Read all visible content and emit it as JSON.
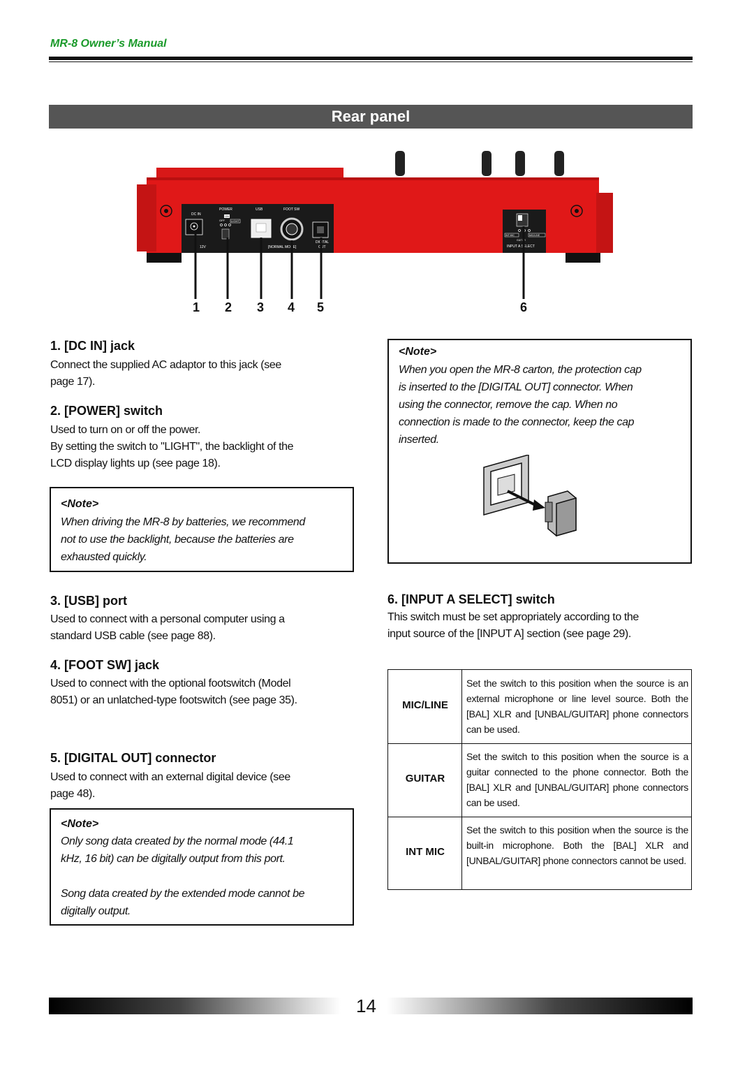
{
  "header": {
    "title": "MR-8  Owner’s Manual"
  },
  "section": {
    "title": "Rear panel"
  },
  "callout_numbers": [
    "1",
    "2",
    "3",
    "4",
    "5",
    "6"
  ],
  "panel_labels": {
    "dc_in": "DC IN",
    "power": "POWER",
    "usb": "USB",
    "foot_sw": "FOOT SW",
    "off": "OFF",
    "on": "ON",
    "light": "LIGHT",
    "v12": "12V",
    "normal_mode": "[NORMAL MODE]",
    "digital": "DIGITAL",
    "out": "OUT",
    "int_mic": "INT MIC",
    "mic_line": "MIC/LINE",
    "guitar": "GUITAR",
    "input_a_select": "INPUT A SELECT"
  },
  "items": {
    "dc_in": {
      "heading": "1. [DC IN] jack",
      "text": "Connect the supplied AC adaptor to this jack (see page 17)."
    },
    "power": {
      "heading": "2. [POWER] switch",
      "text1": "Used to turn on or off the power.",
      "text2": "By setting the switch to \"LIGHT\", the backlight of the LCD display lights up (see page 18)."
    },
    "power_note": {
      "title": "<Note>",
      "text": "When driving the MR-8 by batteries, we recommend not to use the backlight, because the batteries are exhausted quickly."
    },
    "usb": {
      "heading": "3. [USB] port",
      "text": "Used to connect with a personal computer using a standard USB cable (see page 88)."
    },
    "foot_sw": {
      "heading": "4. [FOOT SW] jack",
      "text": "Used to connect with the optional footswitch (Model 8051) or an unlatched-type footswitch (see page 35)."
    },
    "digital_out": {
      "heading": "5. [DIGITAL OUT] connector",
      "text": "Used to connect with an external digital device (see page 48)."
    },
    "digital_note": {
      "title": "<Note>",
      "text1": "Only song data created by the normal mode (44.1 kHz, 16 bit) can be digitally output from this port.",
      "text2": "Song data created by the extended mode cannot be digitally output."
    },
    "cap_note": {
      "title": "<Note>",
      "text": "When you open the MR-8 carton, the protection cap is inserted to the [DIGITAL OUT] connector. When using the connector, remove the cap. When no connection is made to the connector, keep the cap inserted."
    },
    "input_a": {
      "heading": "6. [INPUT A SELECT] switch",
      "text": "This switch must be set appropriately according to the input source of the [INPUT A] section (see page 29)."
    }
  },
  "select_table": [
    {
      "label": "MIC/LINE",
      "text": "Set the switch to this position when the source is an external microphone or line level source. Both the [BAL] XLR and [UNBAL/GUITAR] phone connectors can be used."
    },
    {
      "label": "GUITAR",
      "text": "Set the switch to this position when the source is a guitar connected to the phone connector. Both the [BAL] XLR and [UNBAL/GUITAR] phone connectors can be used."
    },
    {
      "label": "INT MIC",
      "text": "Set the switch to this position when the source is the built-in microphone. Both the [BAL] XLR and [UNBAL/GUITAR] phone connectors cannot be used."
    }
  ],
  "page_number": "14",
  "colors": {
    "device_red": "#e01818",
    "header_green": "#1a9a2a",
    "bar_gray": "#555555"
  }
}
